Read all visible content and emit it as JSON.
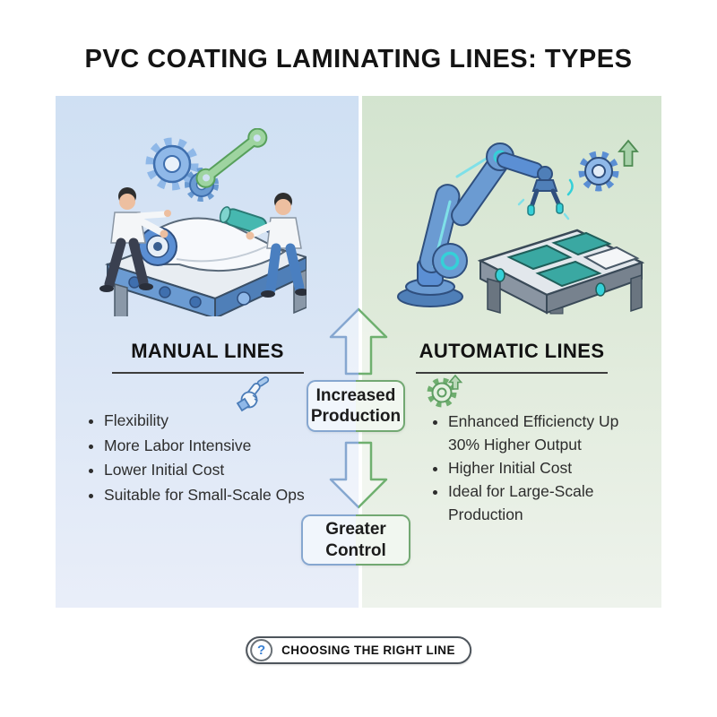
{
  "title": "PVC COATING LAMINATING LINES: TYPES",
  "colors": {
    "panel_blue_top": "#cfe0f3",
    "panel_blue_bottom": "#e9eef9",
    "panel_green_top": "#d3e4cf",
    "panel_green_bottom": "#eef3ec",
    "accent_blue": "#86a7d0",
    "accent_green": "#72a872",
    "question_blue": "#3b82d4",
    "text_dark": "#141414"
  },
  "left_panel": {
    "heading": "MANUAL LINES",
    "icon": "pointing-hand-icon",
    "illustration": "two-workers-laminating-machine",
    "bullets": [
      "Flexibility",
      "More Labor Intensive",
      "Lower Initial Cost",
      "Suitable for Small-Scale Ops"
    ]
  },
  "right_panel": {
    "heading": "AUTOMATIC LINES",
    "icon": "gear-up-arrow-icon",
    "illustration": "robot-arm-placing-panels",
    "bullets": [
      "Enhanced Efficiencty Up 30% Higher Output",
      "Higher Initial Cost",
      "Ideal for Large-Scale Production"
    ]
  },
  "center": {
    "up_arrow_label": "Increased Production",
    "down_arrow_label": "Greater Control"
  },
  "footer": {
    "question_mark": "?",
    "label": "CHOOSING THE RIGHT LINE"
  }
}
